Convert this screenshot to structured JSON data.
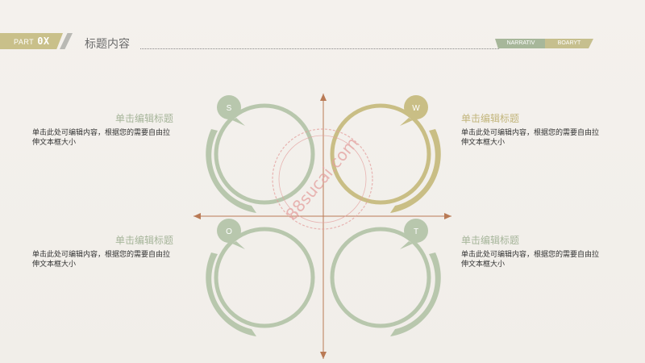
{
  "header": {
    "part_label": "PART",
    "part_number": "0X",
    "title": "标题内容",
    "tags": [
      "NARRATIV",
      "BOARYT"
    ]
  },
  "quadrants": {
    "s": {
      "letter": "S",
      "heading": "单击编辑标题",
      "body": "单击此处可编辑内容，根据您的需要自由拉伸文本框大小"
    },
    "w": {
      "letter": "W",
      "heading": "单击编辑标题",
      "body": "单击此处可编辑内容，根据您的需要自由拉伸文本框大小"
    },
    "o": {
      "letter": "O",
      "heading": "单击编辑标题",
      "body": "单击此处可编辑内容，根据您的需要自由拉伸文本框大小"
    },
    "t": {
      "letter": "T",
      "heading": "单击编辑标题",
      "body": "单击此处可编辑内容，根据您的需要自由拉伸文本框大小"
    }
  },
  "watermark": "88sucai.com",
  "colors": {
    "green": "#b8c7ad",
    "gold": "#c9be85",
    "axis": "#b97a55",
    "stamp": "#e4a09e"
  }
}
